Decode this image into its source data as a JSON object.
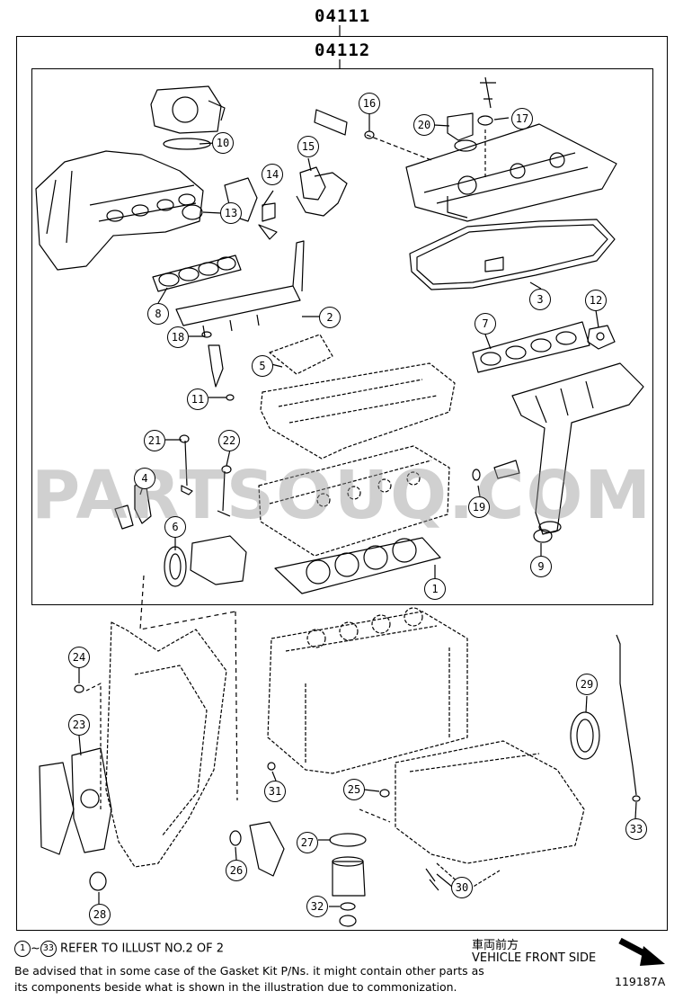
{
  "header": {
    "kit_code_outer": "04111",
    "kit_code_inner": "04112"
  },
  "watermark": "PARTSOUQ.COM",
  "callouts": [
    {
      "num": "1"
    },
    {
      "num": "2"
    },
    {
      "num": "3"
    },
    {
      "num": "4"
    },
    {
      "num": "5"
    },
    {
      "num": "6"
    },
    {
      "num": "7"
    },
    {
      "num": "8"
    },
    {
      "num": "9"
    },
    {
      "num": "10"
    },
    {
      "num": "11"
    },
    {
      "num": "12"
    },
    {
      "num": "13"
    },
    {
      "num": "14"
    },
    {
      "num": "15"
    },
    {
      "num": "16"
    },
    {
      "num": "17"
    },
    {
      "num": "18"
    },
    {
      "num": "19"
    },
    {
      "num": "20"
    },
    {
      "num": "21"
    },
    {
      "num": "22"
    },
    {
      "num": "23"
    },
    {
      "num": "24"
    },
    {
      "num": "25"
    },
    {
      "num": "26"
    },
    {
      "num": "27"
    },
    {
      "num": "28"
    },
    {
      "num": "29"
    },
    {
      "num": "30"
    },
    {
      "num": "31"
    },
    {
      "num": "32"
    },
    {
      "num": "33"
    }
  ],
  "footer": {
    "range_start": "1",
    "range_sep": "~",
    "range_end": "33",
    "refer_text": "REFER TO ILLUST NO.2 OF 2",
    "advisory_line1": "Be advised that in some case of the Gasket Kit P/Ns. it might contain other parts as",
    "advisory_line2": "its components beside what is shown in the illustration due to commonization.",
    "vehicle_front_jp": "車両前方",
    "vehicle_front_en": "VEHICLE FRONT SIDE",
    "illustration_id": "119187A"
  }
}
